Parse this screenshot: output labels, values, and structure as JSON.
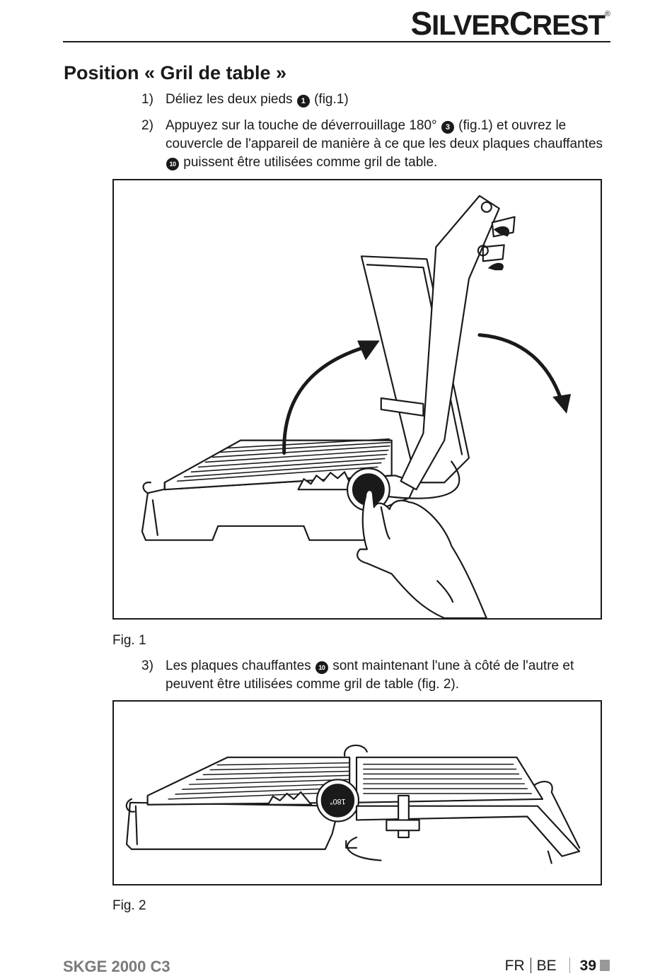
{
  "header": {
    "brand_part1": "S",
    "brand_part2": "ILVER",
    "brand_part3": "C",
    "brand_part4": "REST",
    "brand_mark": "®"
  },
  "section": {
    "title": "Position « Gril de table »"
  },
  "steps": [
    {
      "num": "1)",
      "before": "Déliez les deux pieds ",
      "badge": "1",
      "after": " (fig.1)"
    },
    {
      "num": "2)",
      "before": "Appuyez sur la touche de déverrouillage 180° ",
      "badge": "3",
      "mid": " (fig.1) et ouvrez le couvercle de l'appareil de manière à ce que les deux plaques chauffantes ",
      "badge2": "10",
      "after": " puissent être utilisées comme gril de table."
    },
    {
      "num": "3)",
      "before": "Les plaques chauffantes ",
      "badge": "10",
      "after": " sont maintenant l'une à côté de l'autre et peuvent être utilisées comme gril de table (fig. 2)."
    }
  ],
  "figures": {
    "fig1_caption": "Fig. 1",
    "fig2_caption": "Fig. 2",
    "dial_label": "180°"
  },
  "footer": {
    "model": "SKGE 2000 C3",
    "lang1": "FR",
    "lang2": "BE",
    "page": "39"
  }
}
